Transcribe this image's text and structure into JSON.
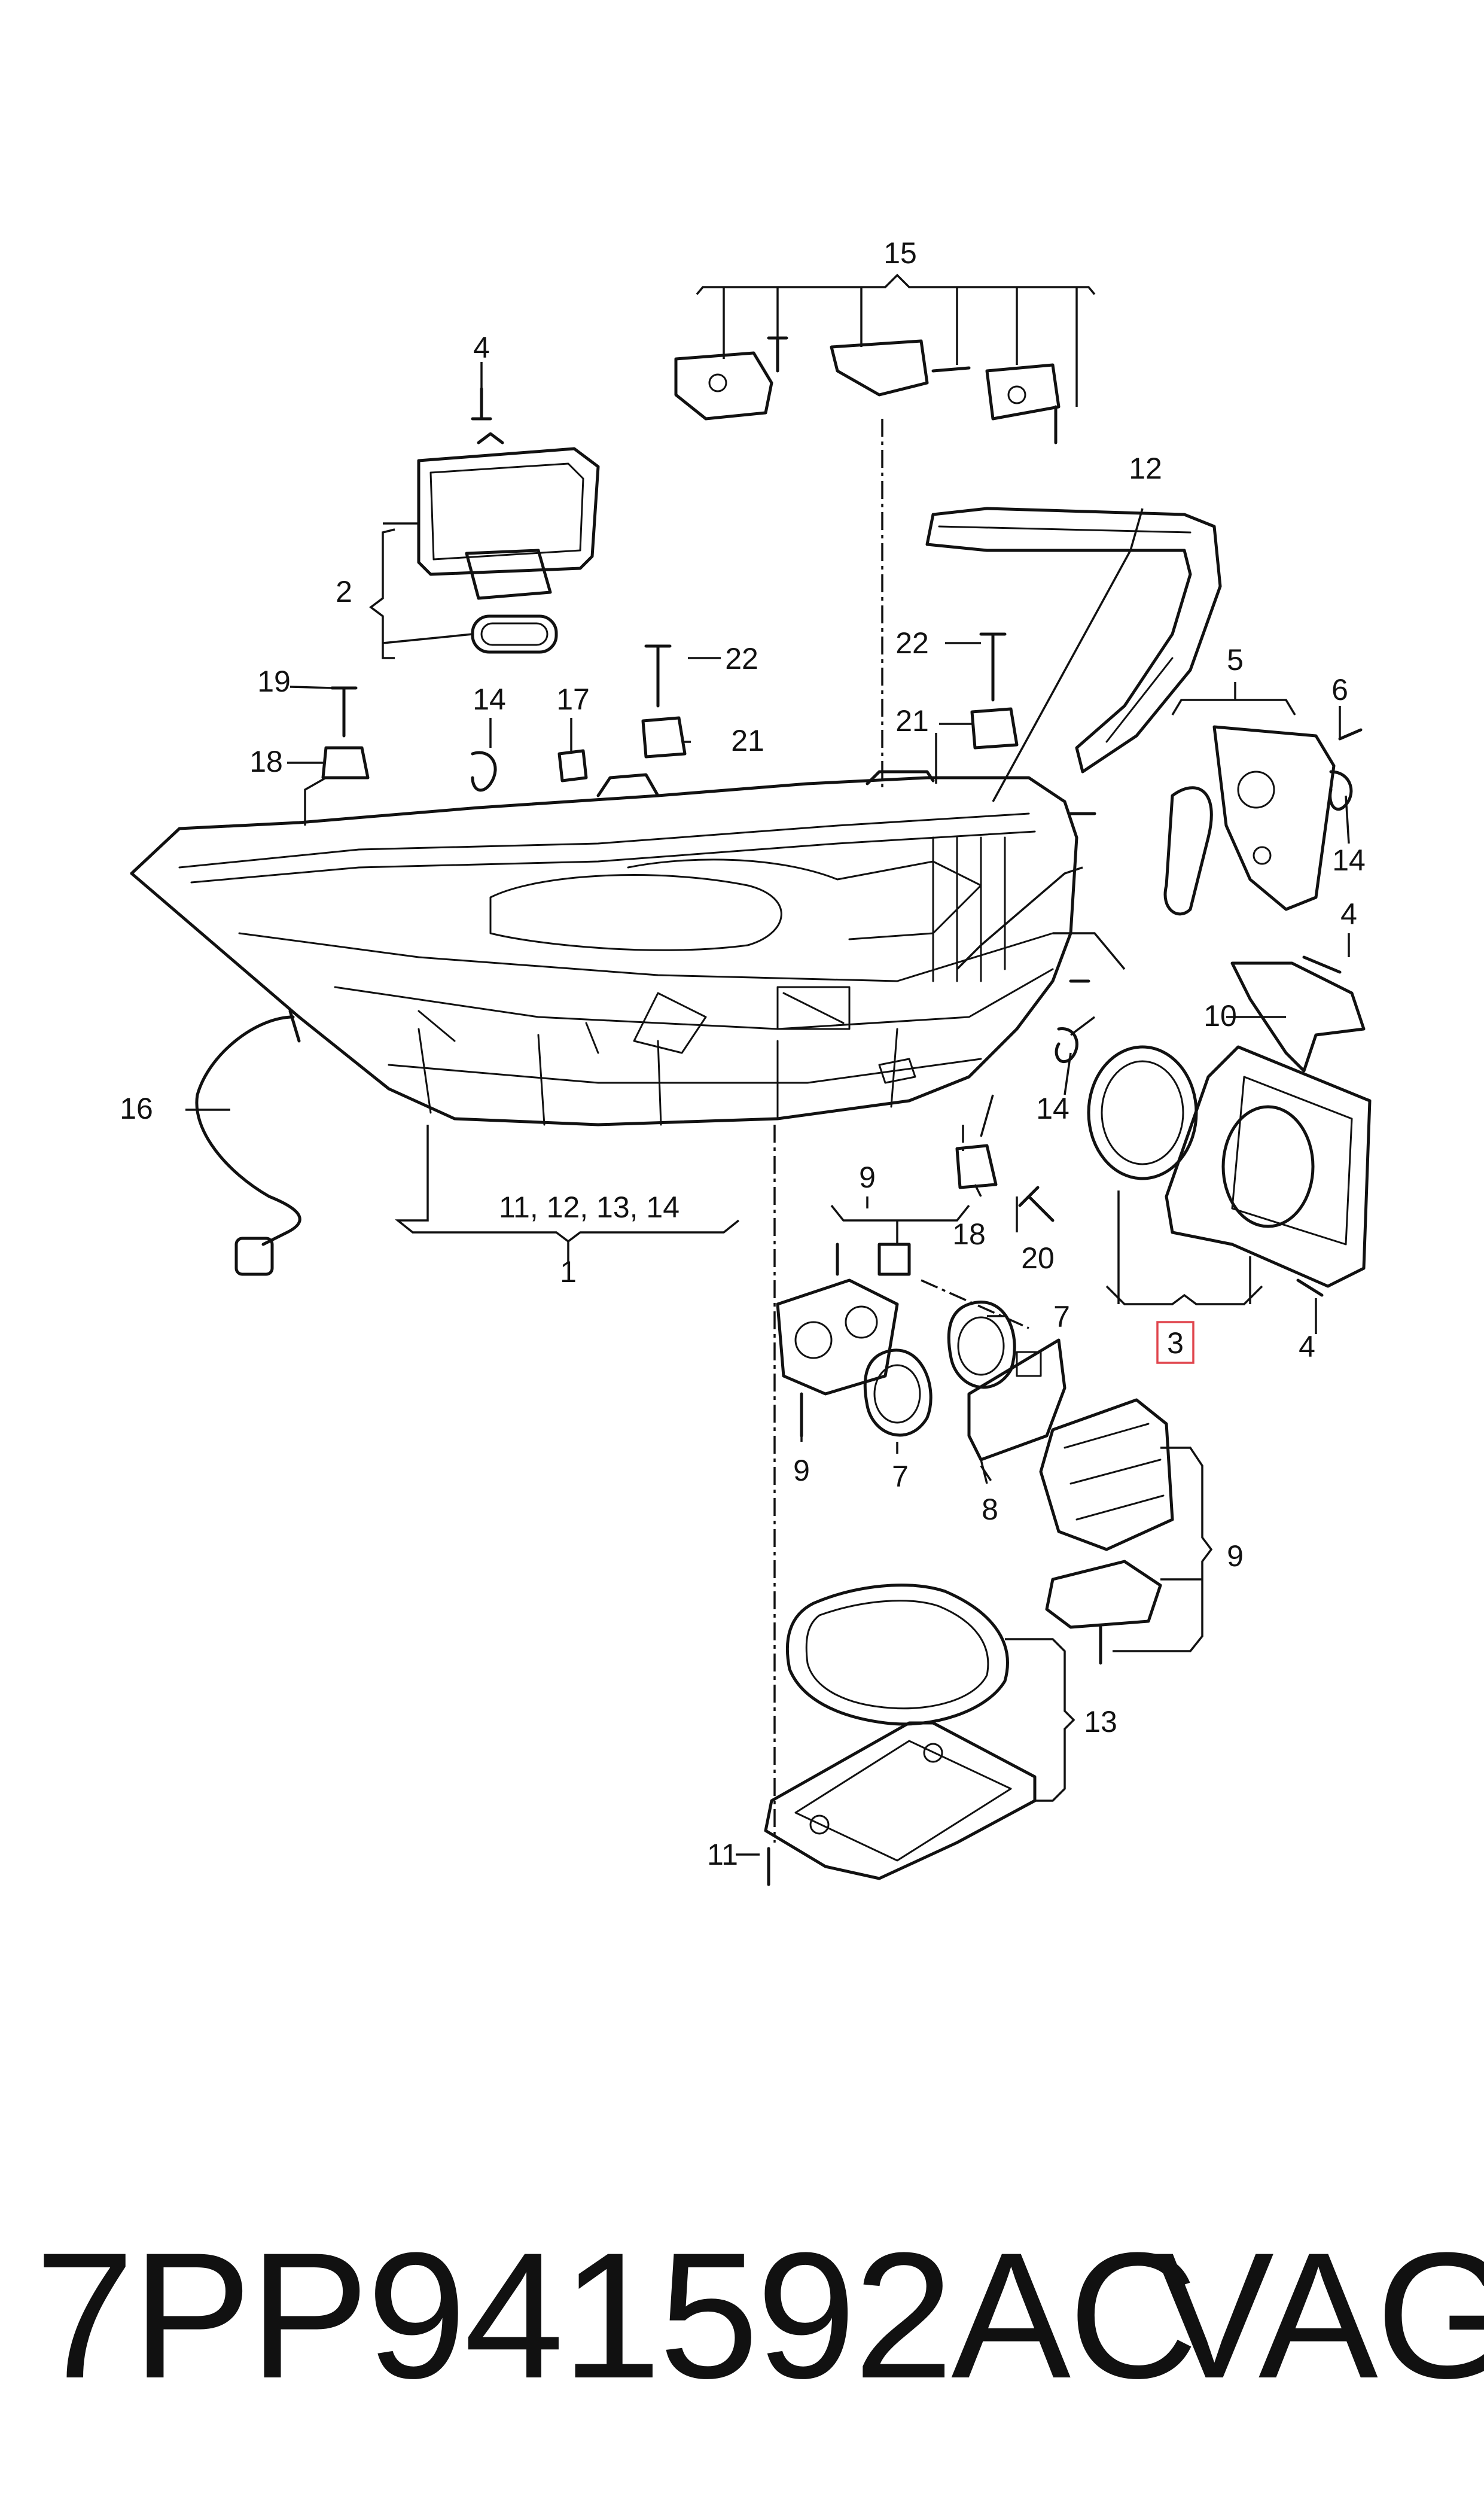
{
  "callouts": {
    "c1": "1",
    "c2": "2",
    "c3": "3",
    "c4a": "4",
    "c4b": "4",
    "c4c": "4",
    "c5": "5",
    "c6": "6",
    "c7a": "7",
    "c7b": "7",
    "c8": "8",
    "c9a": "9",
    "c9b": "9",
    "c9c": "9",
    "c10": "10",
    "c11": "11",
    "c11list": "11, 12, 13, 14",
    "c12": "12",
    "c13": "13",
    "c14a": "14",
    "c14b": "14",
    "c14c": "14",
    "c15": "15",
    "c16": "16",
    "c17": "17",
    "c18a": "18",
    "c18b": "18",
    "c19": "19",
    "c20": "20",
    "c21a": "21",
    "c21b": "21",
    "c22a": "22",
    "c22b": "22"
  },
  "highlighted_callout": "c3",
  "footer": {
    "part_number": "7PP941592AC",
    "brand": "VAG"
  },
  "colors": {
    "line": "#111111",
    "highlight": "#e0454d"
  }
}
